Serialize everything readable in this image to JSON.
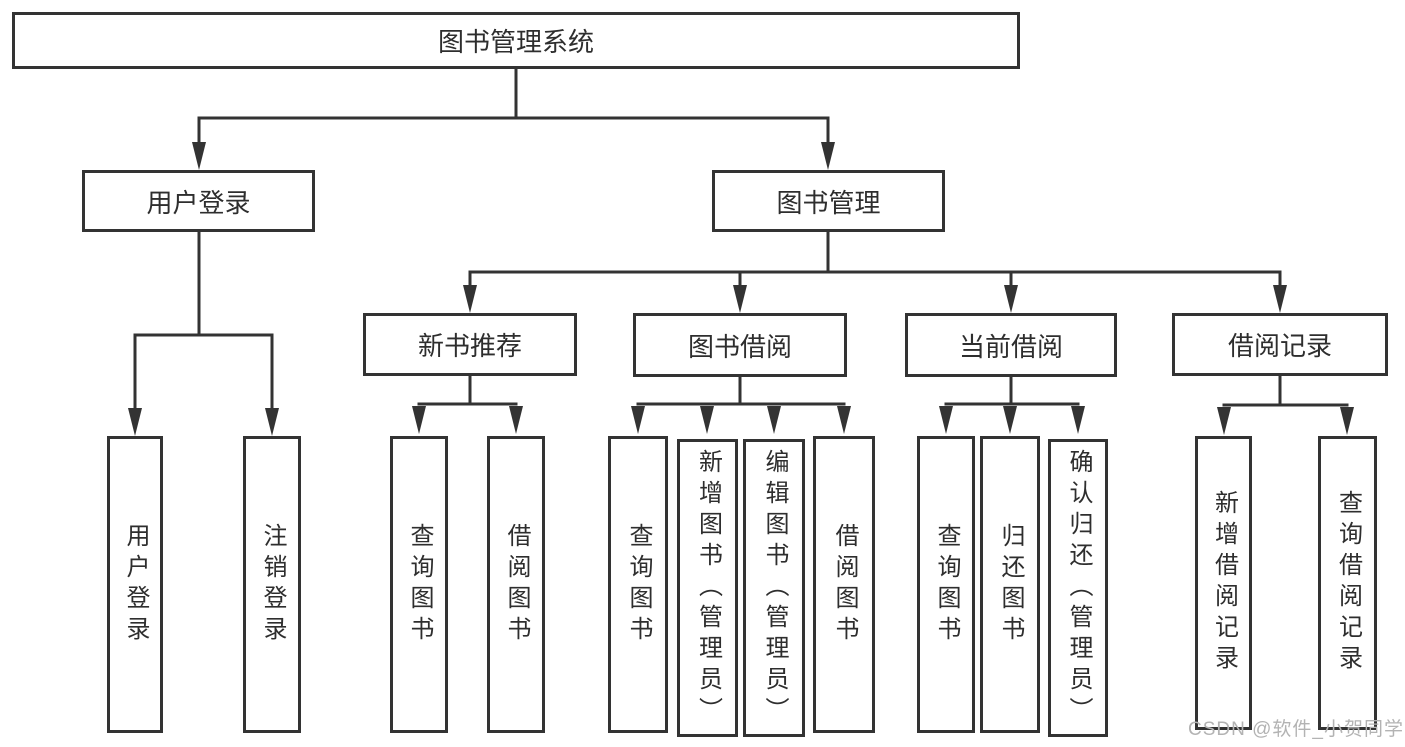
{
  "tree": {
    "label": "图书管理系统",
    "children": [
      {
        "label": "用户登录",
        "children": [
          {
            "label": "用户登录"
          },
          {
            "label": "注销登录"
          }
        ]
      },
      {
        "label": "图书管理",
        "children": [
          {
            "label": "新书推荐",
            "children": [
              {
                "label": "查询图书"
              },
              {
                "label": "借阅图书"
              }
            ]
          },
          {
            "label": "图书借阅",
            "children": [
              {
                "label": "查询图书"
              },
              {
                "label": "新增图书（管理员）"
              },
              {
                "label": "编辑图书（管理员）"
              },
              {
                "label": "借阅图书"
              }
            ]
          },
          {
            "label": "当前借阅",
            "children": [
              {
                "label": "查询图书"
              },
              {
                "label": "归还图书"
              },
              {
                "label": "确认归还（管理员）"
              }
            ]
          },
          {
            "label": "借阅记录",
            "children": [
              {
                "label": "新增借阅记录"
              },
              {
                "label": "查询借阅记录"
              }
            ]
          }
        ]
      }
    ]
  },
  "watermark": {
    "text": "CSDN @软件_小贺同学"
  },
  "colors": {
    "line": "#333333",
    "box_border": "#333333",
    "text": "#2e2e2e",
    "watermark": "#b3b3b3",
    "background": "#ffffff"
  }
}
